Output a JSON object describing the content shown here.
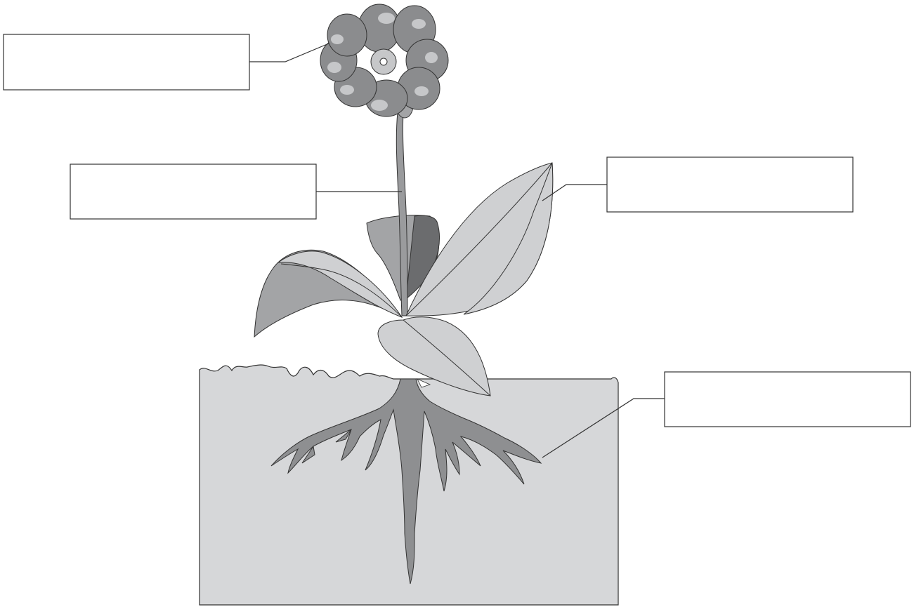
{
  "diagram": {
    "subject": "flowering plant",
    "labels": [
      {
        "id": "flower",
        "text": ""
      },
      {
        "id": "stem",
        "text": ""
      },
      {
        "id": "leaf",
        "text": ""
      },
      {
        "id": "roots",
        "text": ""
      }
    ],
    "colors": {
      "soil": "#d6d7d9",
      "outline": "#333333",
      "leaf_light": "#cfd0d2",
      "leaf_mid": "#a3a4a6",
      "leaf_dark": "#6b6c6e",
      "flower_petal": "#8b8c8e",
      "flower_highlight": "#c6c7c9",
      "root": "#8e8f91",
      "stem": "#9a9b9d"
    }
  }
}
